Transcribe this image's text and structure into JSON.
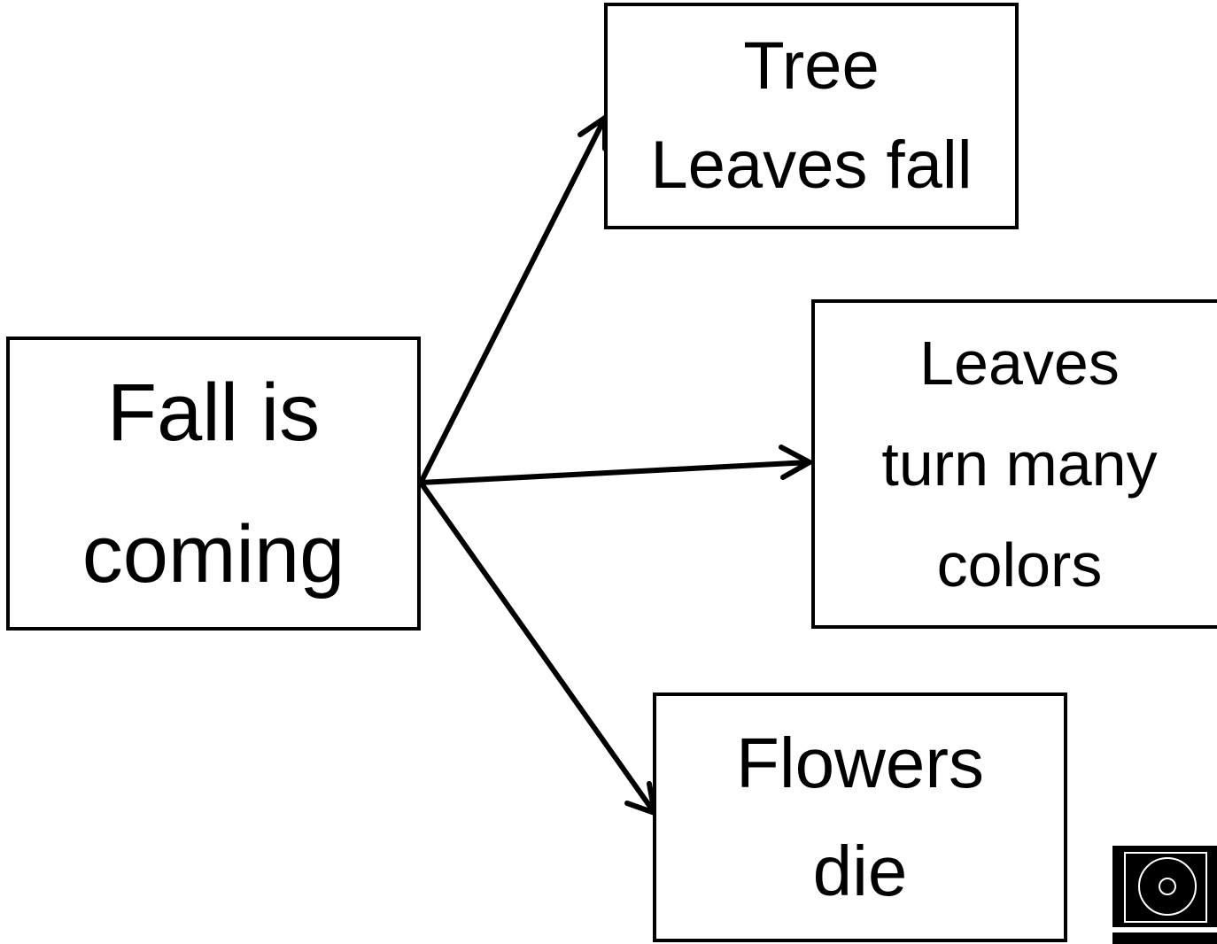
{
  "diagram": {
    "source": {
      "line1": "Fall is",
      "line2": "coming"
    },
    "targets": {
      "tree": {
        "line1": "Tree",
        "line2": "Leaves fall"
      },
      "colors": {
        "line1": "Leaves",
        "line2": "turn many",
        "line3": "colors"
      },
      "flowers": {
        "line1": "Flowers",
        "line2": "die"
      }
    },
    "edges": [
      {
        "from": "source",
        "to": "tree"
      },
      {
        "from": "source",
        "to": "colors"
      },
      {
        "from": "source",
        "to": "flowers"
      }
    ]
  },
  "colors": {
    "stroke": "#000000",
    "background": "#ffffff"
  },
  "logo": {
    "icon": "target-icon"
  }
}
